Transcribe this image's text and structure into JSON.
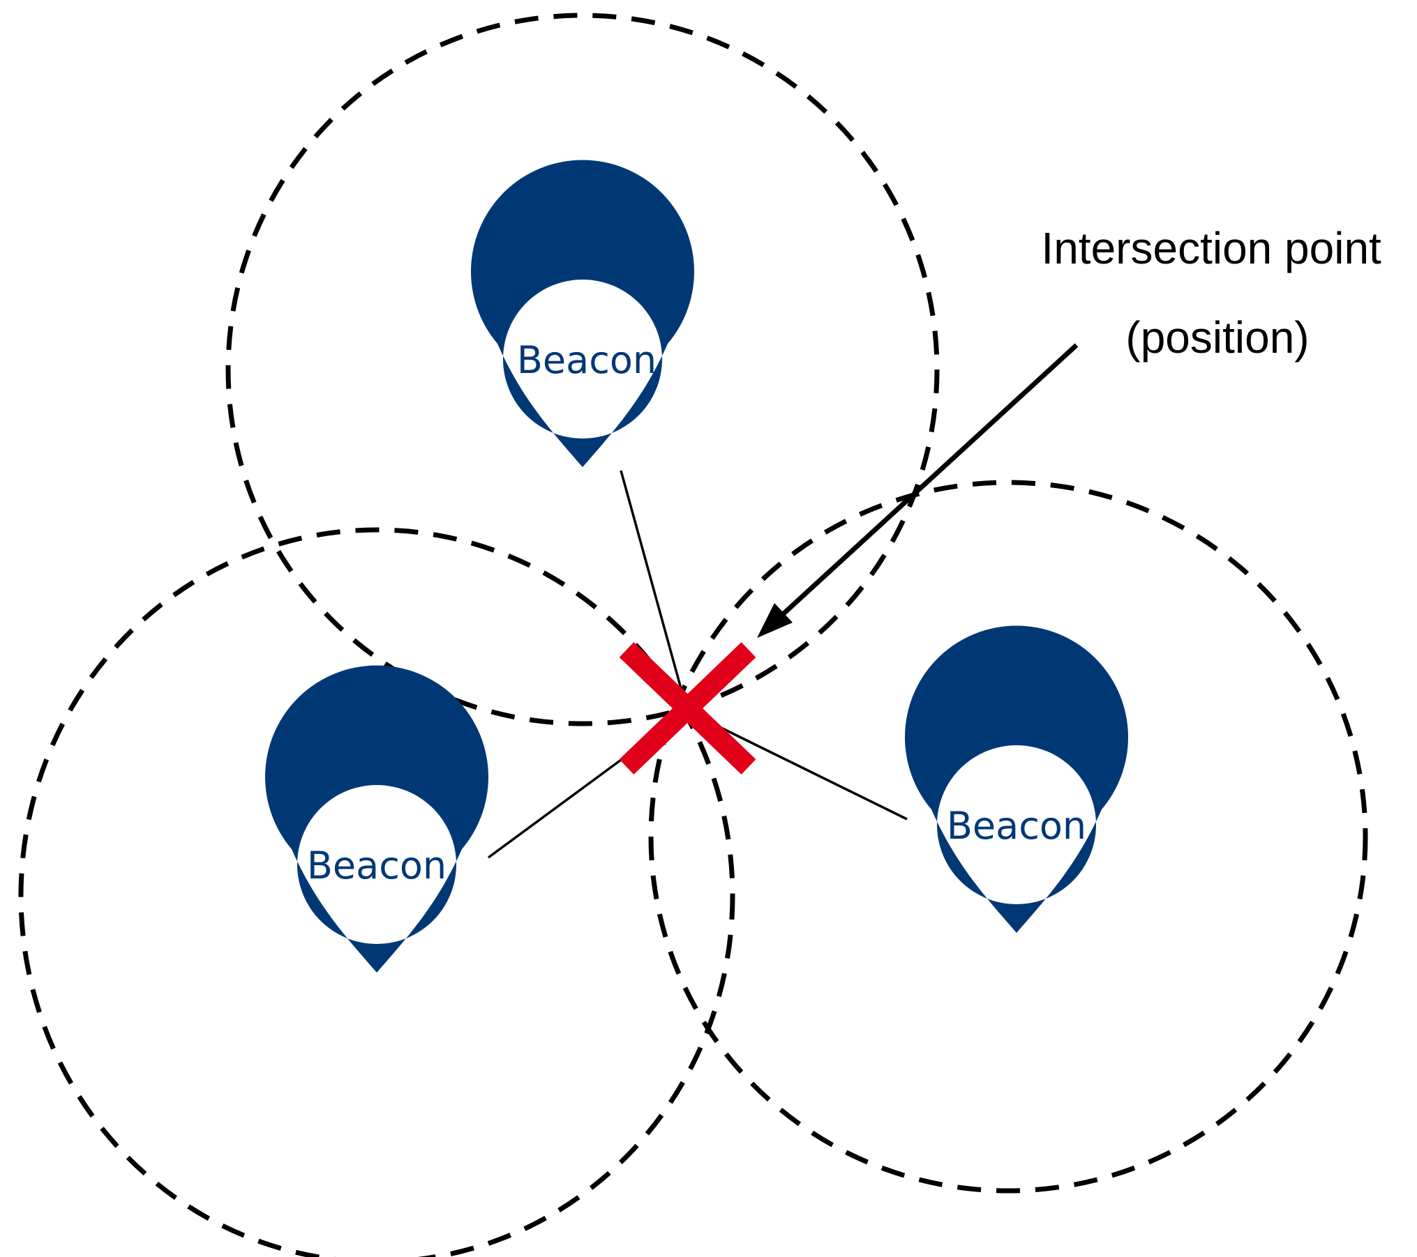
{
  "colors": {
    "beacon": "#003876",
    "cross": "#e1001a",
    "stroke": "#000000",
    "background": "#ffffff"
  },
  "beacons": [
    {
      "label": "Beacon"
    },
    {
      "label": "Beacon"
    },
    {
      "label": "Beacon"
    }
  ],
  "annotation": {
    "line1": "Intersection point",
    "line2": "(position)"
  }
}
